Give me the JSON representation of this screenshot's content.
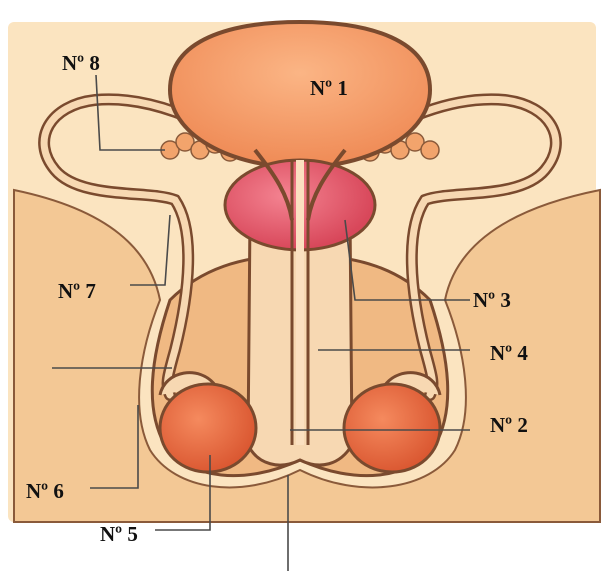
{
  "labels": {
    "n1": "Nº 1",
    "n2": "Nº 2",
    "n3": "Nº 3",
    "n4": "Nº 4",
    "n5": "Nº 5",
    "n6": "Nº 6",
    "n7": "Nº 7",
    "n8": "Nº 8"
  },
  "colors": {
    "frame_bg": "#fbe4c0",
    "body_skin": "#f0b983",
    "inner_skin": "#f7d1a6",
    "bladder": "#f59a63",
    "prostate": "#e55f6d",
    "testis": "#ea6b44",
    "outline": "#6b3a2a",
    "leader_line": "#4a4a4a"
  }
}
